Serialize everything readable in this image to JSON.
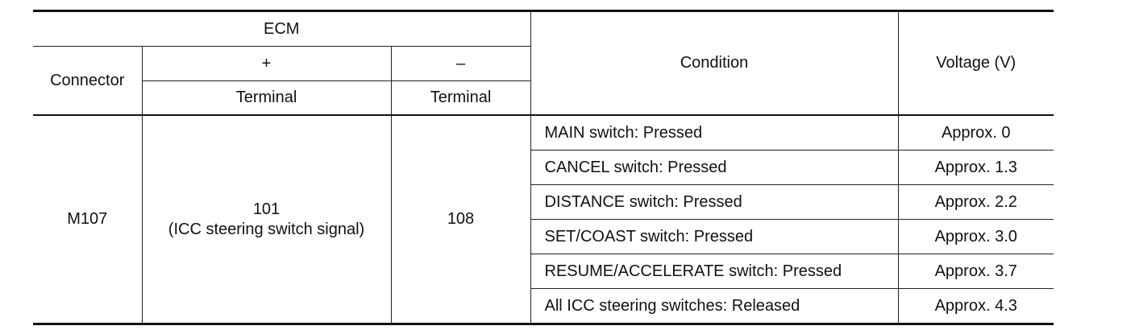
{
  "header": {
    "ecm": "ECM",
    "connector": "Connector",
    "plus": "+",
    "minus": "–",
    "terminal_plus": "Terminal",
    "terminal_minus": "Terminal",
    "condition": "Condition",
    "voltage": "Voltage (V)"
  },
  "body": {
    "connector": "M107",
    "plus_terminal": "101",
    "plus_signal": "(ICC steering switch signal)",
    "minus_terminal": "108",
    "rows": [
      {
        "condition": "MAIN switch: Pressed",
        "voltage": "Approx. 0"
      },
      {
        "condition": "CANCEL switch: Pressed",
        "voltage": "Approx. 1.3"
      },
      {
        "condition": "DISTANCE switch: Pressed",
        "voltage": "Approx. 2.2"
      },
      {
        "condition": "SET/COAST switch: Pressed",
        "voltage": "Approx. 3.0"
      },
      {
        "condition": "RESUME/ACCELERATE switch: Pressed",
        "voltage": "Approx. 3.7"
      },
      {
        "condition": "All ICC steering switches: Released",
        "voltage": "Approx. 4.3"
      }
    ]
  }
}
